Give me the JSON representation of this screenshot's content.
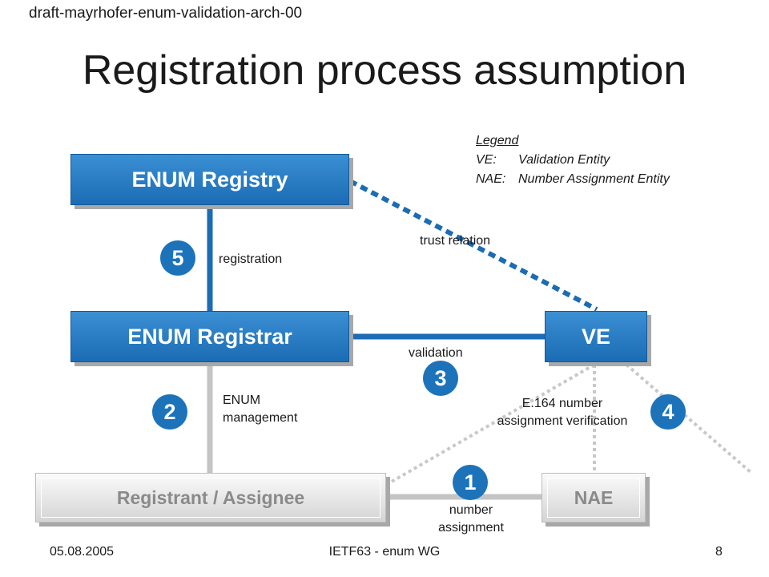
{
  "header": {
    "draft": "draft-mayrhofer-enum-validation-arch-00",
    "title": "Registration process assumption"
  },
  "legend": {
    "title": "Legend",
    "items": [
      {
        "key": "VE:",
        "value": "Validation Entity"
      },
      {
        "key": "NAE:",
        "value": "Number Assignment Entity"
      }
    ]
  },
  "boxes": {
    "registry": "ENUM Registry",
    "registrar": "ENUM Registrar",
    "ve": "VE",
    "registrant": "Registrant / Assignee",
    "nae": "NAE"
  },
  "steps": {
    "s1": {
      "number": "1",
      "label_line1": "number",
      "label_line2": "assignment"
    },
    "s2": {
      "number": "2",
      "label_line1": "ENUM",
      "label_line2": "management"
    },
    "s3": {
      "number": "3",
      "label": "validation"
    },
    "s4": {
      "number": "4",
      "label_line1": "E.164 number",
      "label_line2": "assignment verification"
    },
    "s5": {
      "number": "5",
      "label": "registration"
    }
  },
  "relations": {
    "trust": "trust relation"
  },
  "footer": {
    "date": "05.08.2005",
    "event": "IETF63 - enum WG",
    "page": "8"
  },
  "colors": {
    "blue": "#1b6cb4",
    "grey": "#c4c4c4",
    "dotted": "#c8c8c8"
  }
}
